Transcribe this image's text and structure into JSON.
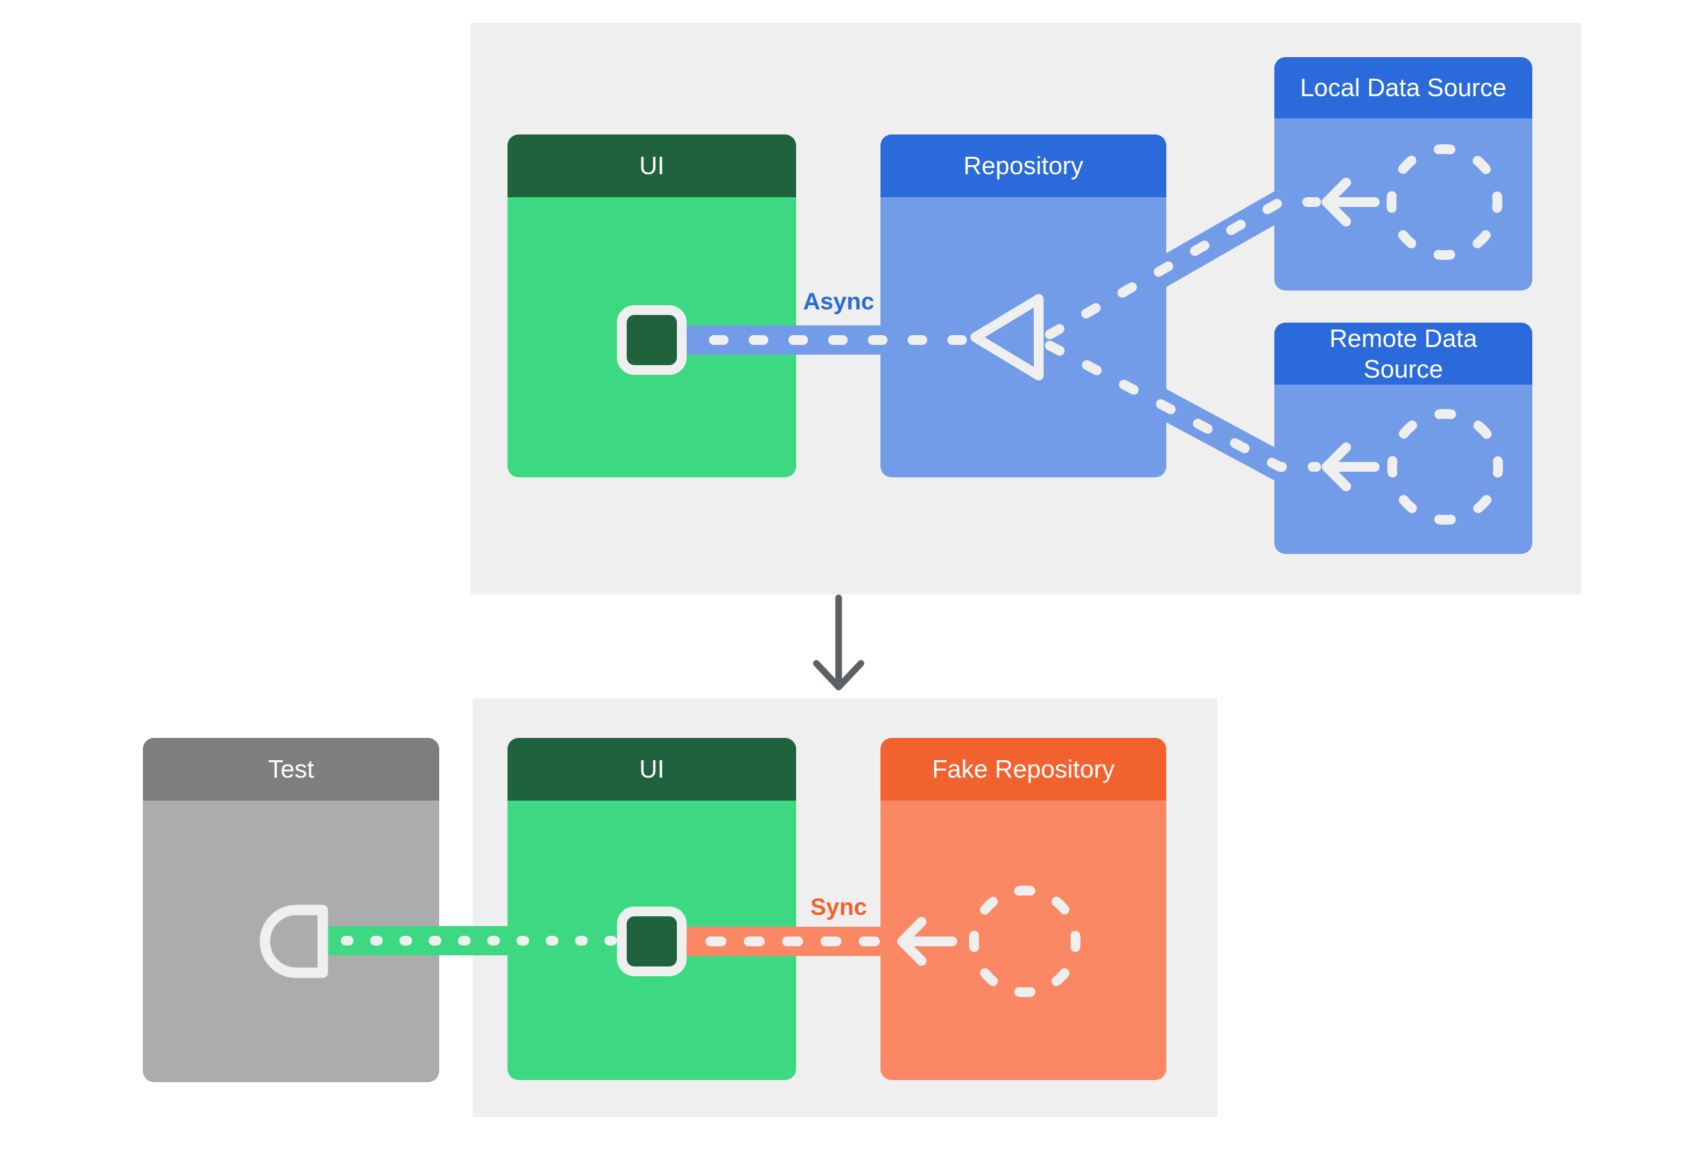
{
  "diagram": {
    "top": {
      "ui": "UI",
      "repository": "Repository",
      "local_data_source": "Local Data Source",
      "remote_data_source": "Remote Data Source",
      "connection_label": "Async"
    },
    "bottom": {
      "test": "Test",
      "ui": "UI",
      "fake_repository": "Fake Repository",
      "connection_label": "Sync"
    }
  },
  "colors": {
    "page_bg": "#ffffff",
    "panel_bg": "#efefef",
    "green_header": "#1e633d",
    "green_body": "#3dd982",
    "blue_header": "#2b6ada",
    "blue_body": "#739ce8",
    "orange_header": "#f2622f",
    "orange_body": "#fa8864",
    "gray_header": "#7e7e7e",
    "gray_body": "#acacac",
    "line_white": "#efefef",
    "async_text": "#2b6ada",
    "sync_text": "#f2622f",
    "arrow_dark": "#5e6164"
  }
}
